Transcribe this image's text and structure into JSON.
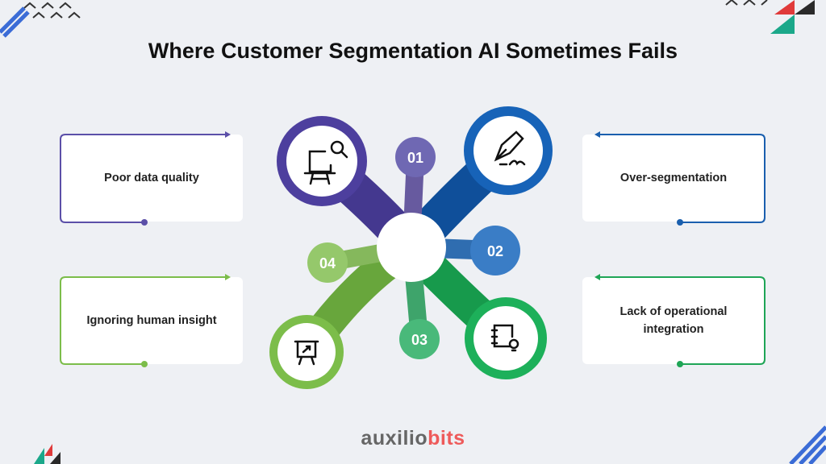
{
  "title": "Where Customer Segmentation AI Sometimes Fails",
  "items": [
    {
      "number": "01",
      "label": "Poor data quality",
      "color": "#5b4fa8",
      "icon": "monitor-search-icon"
    },
    {
      "number": "02",
      "label": "Over-segmentation",
      "color": "#1a5fae",
      "icon": "pen-signature-icon"
    },
    {
      "number": "03",
      "label": "Lack of operational integration",
      "color": "#1fa556",
      "icon": "notebook-bulb-icon"
    },
    {
      "number": "04",
      "label": "Ignoring human insight",
      "color": "#7cbd4a",
      "icon": "presentation-board-icon"
    }
  ],
  "logo": {
    "part1": "auxilio",
    "part2": "bits"
  }
}
